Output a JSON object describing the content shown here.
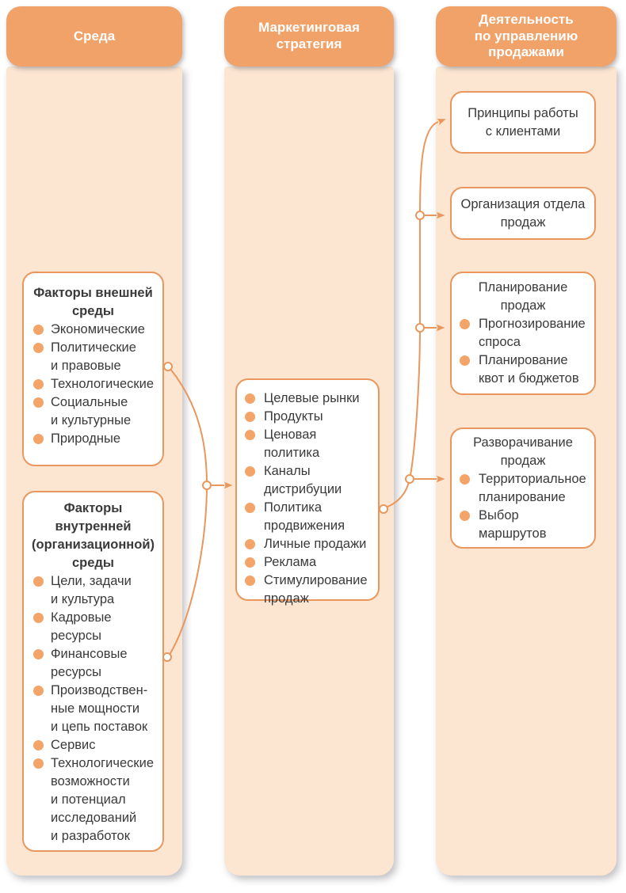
{
  "palette": {
    "header_bg": "#f0a268",
    "panel_bg": "#fce6d1",
    "box_border": "#e9975c",
    "bullet": "#f2a469",
    "connector": "#e9975c",
    "header_text": "#ffffff",
    "body_text": "#3a3a3a"
  },
  "columns": [
    {
      "header": "Среда",
      "boxes": [
        {
          "title": "Факторы внешней\nсреды",
          "items": [
            "Экономические",
            "Политические\nи правовые",
            "Технологические",
            "Социальные\nи культурные",
            "Природные"
          ]
        },
        {
          "title": "Факторы\nвнутренней\n(организационной)\nсреды",
          "items": [
            "Цели, задачи\nи культура",
            "Кадровые\nресурсы",
            "Финансовые\nресурсы",
            "Производствен-\nные мощности\nи цепь поставок",
            "Сервис",
            "Технологические\nвозможности\nи потенциал\nисследований\nи разработок"
          ]
        }
      ]
    },
    {
      "header": "Маркетинговая\nстратегия",
      "boxes": [
        {
          "items": [
            "Целевые рынки",
            "Продукты",
            "Ценовая политика",
            "Каналы\nдистрибуции",
            "Политика\nпродвижения",
            "Личные продажи",
            "Реклама",
            "Стимулирование\nпродаж"
          ]
        }
      ]
    },
    {
      "header": "Деятельность\nпо управлению\nпродажами",
      "boxes": [
        {
          "title": "Принципы работы\nс клиентами"
        },
        {
          "title": "Организация отдела\nпродаж"
        },
        {
          "title": "Планирование\nпродаж",
          "items": [
            "Прогнозирование\nспроса",
            "Планирование\nквот и бюджетов"
          ]
        },
        {
          "title": "Разворачивание\nпродаж",
          "items": [
            "Территориальное\nпланирование",
            "Выбор маршрутов"
          ]
        }
      ]
    }
  ]
}
